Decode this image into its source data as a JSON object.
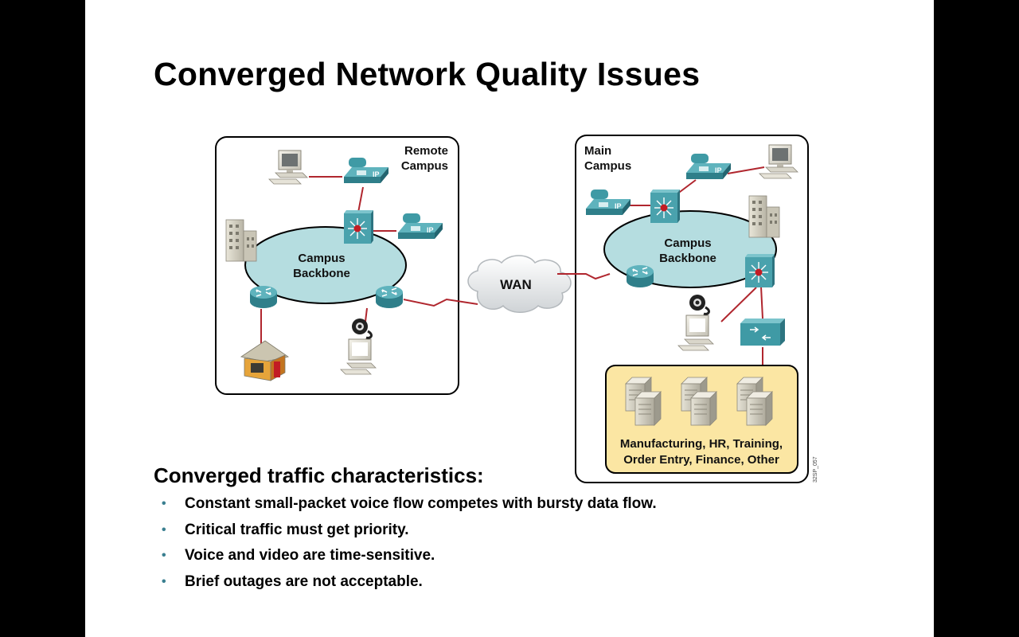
{
  "slide": {
    "title": "Converged Network Quality Issues",
    "subheading": "Converged traffic characteristics:",
    "bullets": [
      "Constant small-packet voice flow competes with bursty data flow.",
      "Critical traffic must get priority.",
      "Voice and video are time-sensitive.",
      "Brief outages are not acceptable."
    ]
  },
  "diagram": {
    "remote_campus": {
      "label_line1": "Remote",
      "label_line2": "Campus"
    },
    "main_campus": {
      "label_line1": "Main",
      "label_line2": "Campus"
    },
    "remote_backbone": {
      "line1": "Campus",
      "line2": "Backbone"
    },
    "main_backbone": {
      "line1": "Campus",
      "line2": "Backbone"
    },
    "wan_label": "WAN",
    "phone_badge": "IP",
    "servers_label_line1": "Manufacturing, HR, Training,",
    "servers_label_line2": "Order Entry, Finance, Other",
    "figure_code": "32SP_057"
  },
  "colors": {
    "backbone_fill": "#b5dde0",
    "link_red": "#b0262e",
    "device_teal": "#3f9aa5",
    "server_panel_fill": "#fbe6a3",
    "bullet_teal": "#3a7f90"
  }
}
